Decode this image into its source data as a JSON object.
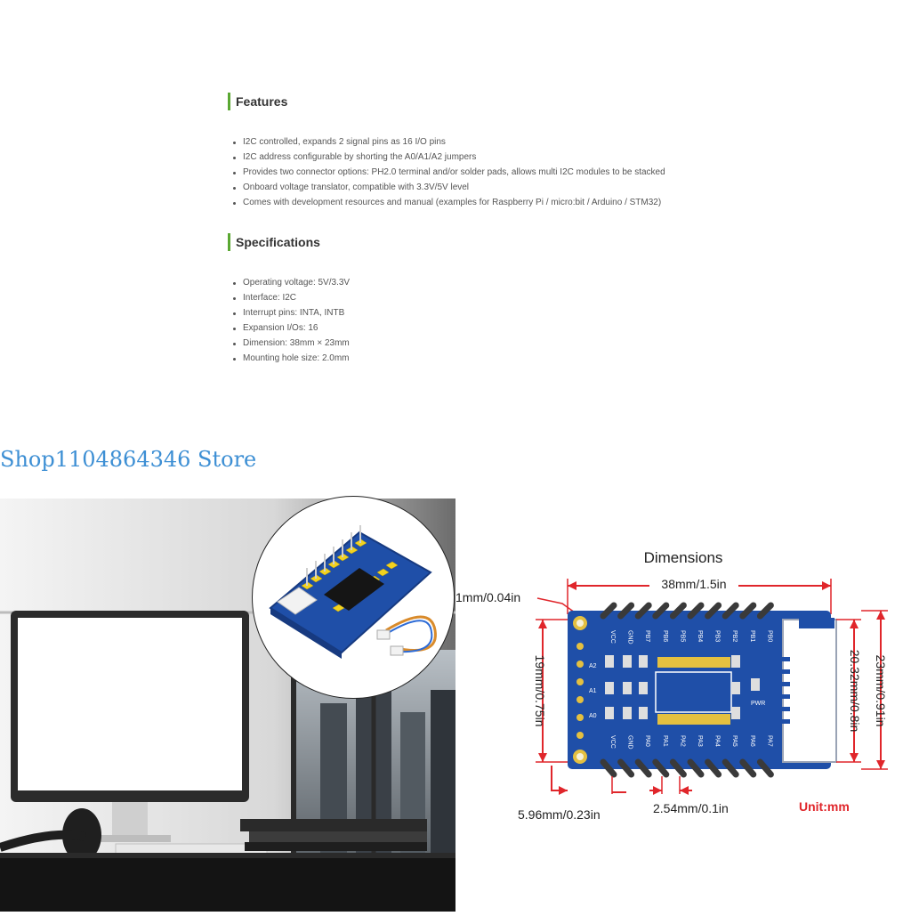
{
  "features": {
    "title": "Features",
    "items": [
      "I2C controlled, expands 2 signal pins as 16 I/O pins",
      "I2C address configurable by shorting the A0/A1/A2 jumpers",
      "Provides two connector options: PH2.0 terminal and/or solder pads, allows multi I2C modules to be stacked",
      "Onboard voltage translator, compatible with 3.3V/5V level",
      "Comes with development resources and manual (examples for Raspberry Pi / micro:bit / Arduino / STM32)"
    ]
  },
  "specifications": {
    "title": "Specifications",
    "items": [
      "Operating voltage: 5V/3.3V",
      "Interface: I2C",
      "Interrupt pins: INTA, INTB",
      "Expansion I/Os: 16",
      "Dimension: 38mm × 23mm",
      "Mounting hole size: 2.0mm"
    ]
  },
  "store_name": "Shop1104864346 Store",
  "diagram": {
    "title": "Dimensions",
    "width": "38mm/1.5in",
    "hole": "1mm/0.04in",
    "inner_height": "19mm/0.75in",
    "height": "23mm/0.91in",
    "connector_height": "20.32mm/0.8in",
    "edge_offset": "5.96mm/0.23in",
    "pitch": "2.54mm/0.1in",
    "unit": "Unit:mm",
    "top_pins": [
      "VCC",
      "GND",
      "PB7",
      "PB6",
      "PB5",
      "PB4",
      "PB3",
      "PB2",
      "PB1",
      "PB0"
    ],
    "bottom_pins": [
      "VCC",
      "GND",
      "PA0",
      "PA1",
      "PA2",
      "PA3",
      "PA4",
      "PA5",
      "PA6",
      "PA7"
    ],
    "jumpers": [
      "A2",
      "A1",
      "A0"
    ],
    "pwr": "PWR"
  },
  "colors": {
    "accent": "#5aa832",
    "store": "#3d8fd4",
    "dimension": "#e0262b",
    "pcb": "#1f4fa8",
    "unit": "#e0262b"
  }
}
